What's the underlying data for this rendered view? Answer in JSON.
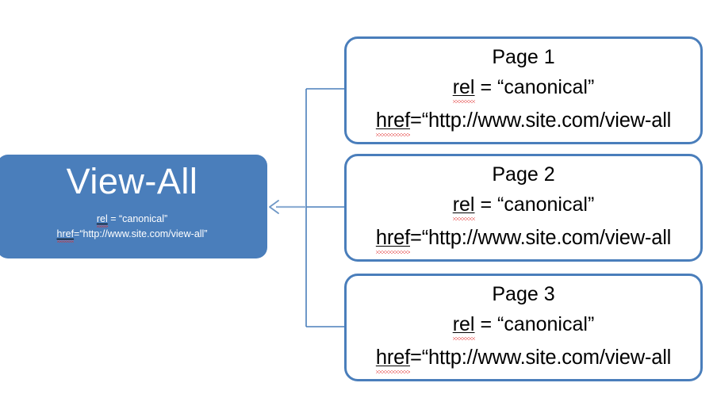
{
  "diagram": {
    "type": "flow-diagram",
    "background_color": "#ffffff",
    "accent_color": "#4A7EBB",
    "connector_color": "#4A7EBB",
    "arrow_color": "#8FAFD4"
  },
  "source_node": {
    "name": "view-all-node",
    "title": "View-All",
    "fill_color": "#4A7EBB",
    "text_color": "#ffffff",
    "attributes": [
      {
        "key": "rel",
        "text": "rel = “canonical”",
        "spellcheck_token": "rel"
      },
      {
        "key": "href",
        "text": "href=“http://www.site.com/view-all”",
        "spellcheck_token": "href"
      }
    ]
  },
  "target_nodes": [
    {
      "name": "page-1-node",
      "title": "Page 1",
      "rel_prefix": "rel",
      "rel_suffix": " = “canonical”",
      "href_prefix": "href",
      "href_suffix": "=“http://www.site.com/view-all"
    },
    {
      "name": "page-2-node",
      "title": "Page 2",
      "rel_prefix": "rel",
      "rel_suffix": " = “canonical”",
      "href_prefix": "href",
      "href_suffix": "=“http://www.site.com/view-all"
    },
    {
      "name": "page-3-node",
      "title": "Page 3",
      "rel_prefix": "rel",
      "rel_suffix": " = “canonical”",
      "href_prefix": "href",
      "href_suffix": "=“http://www.site.com/view-all"
    }
  ],
  "connector": {
    "name": "canonical-arrow",
    "direction": "right-to-left",
    "branches": 3,
    "arrowhead": "open-chevron-left"
  }
}
